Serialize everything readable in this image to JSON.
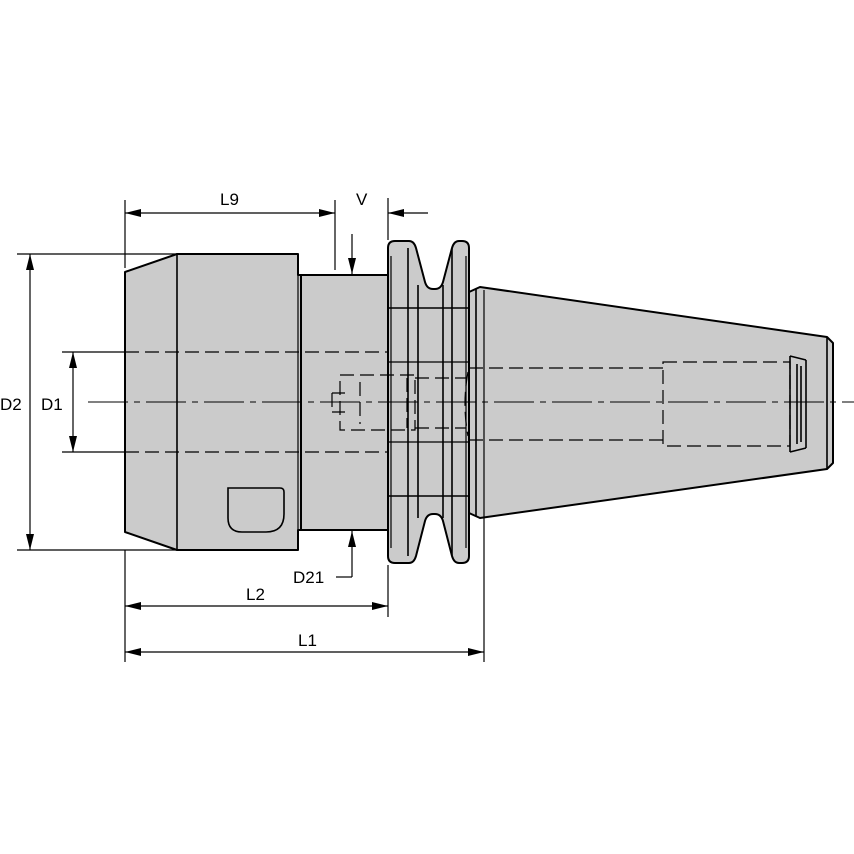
{
  "diagram": {
    "labels": {
      "l9": "L9",
      "v": "V",
      "d2": "D2",
      "d1": "D1",
      "d21": "D21",
      "l2": "L2",
      "l1": "L1"
    }
  }
}
